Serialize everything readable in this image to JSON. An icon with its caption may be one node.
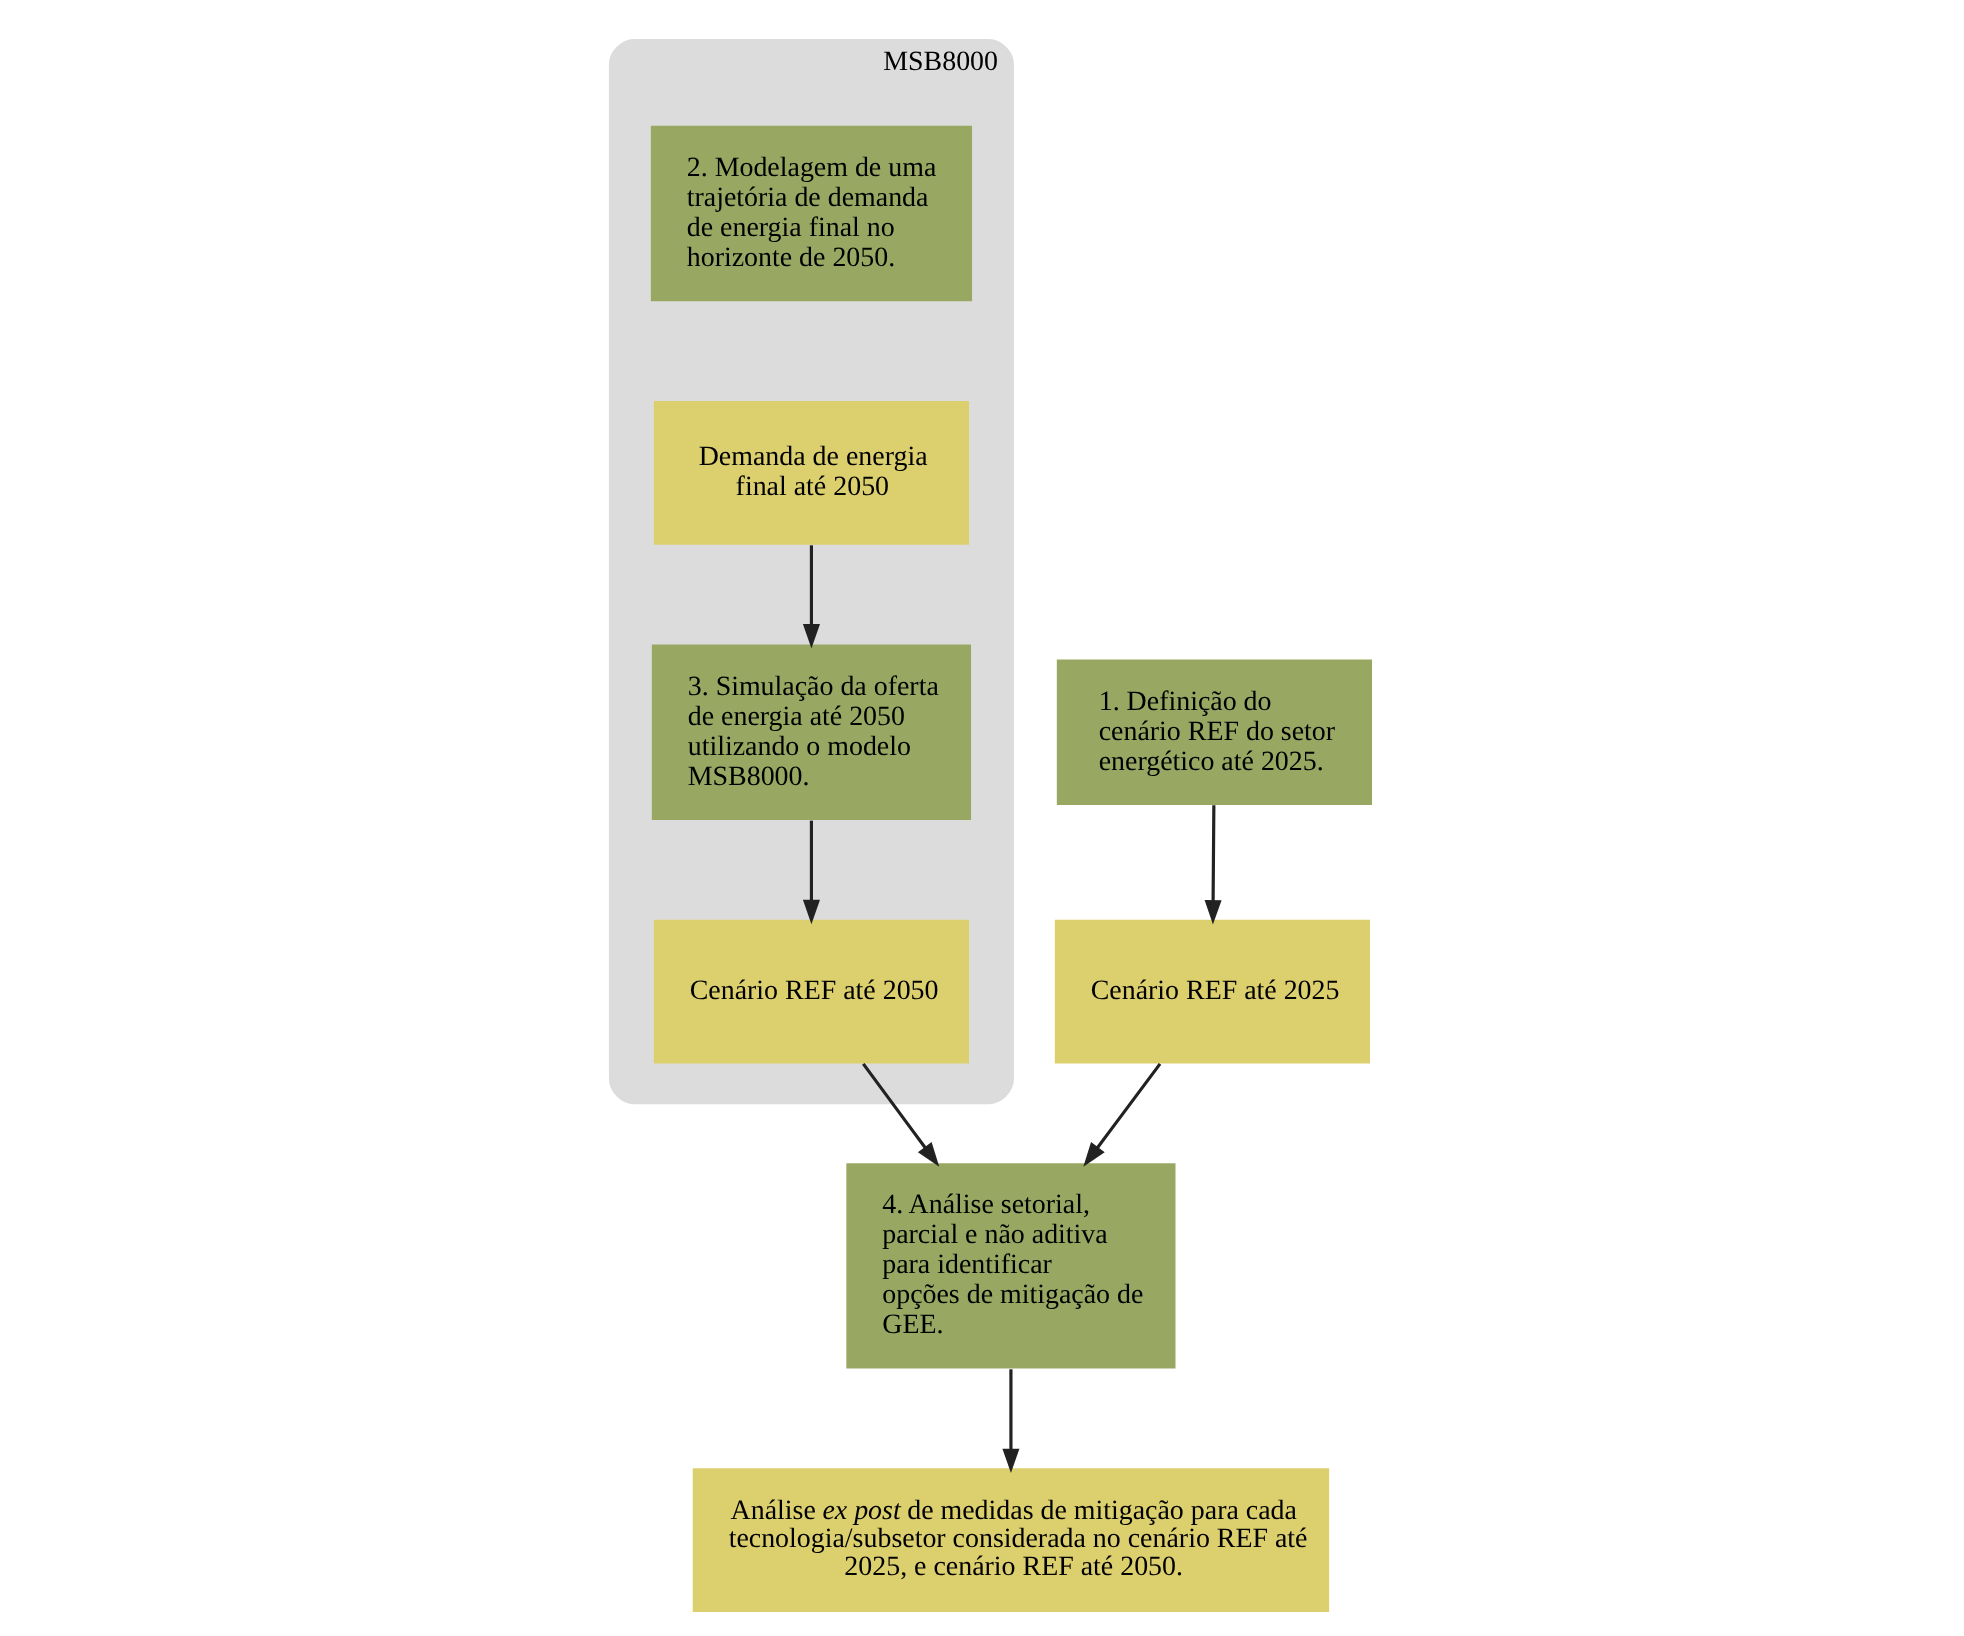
{
  "diagram": {
    "nodes": [
      {
        "text": [
          "MSB8000"
        ]
      },
      {
        "text": [
          "1. Definição do cenário REF do setor energético até 2025."
        ]
      },
      {
        "text": [
          "Cenário REF até 2025"
        ]
      },
      {
        "text": [
          "2. Modelagem de uma trajetória de demanda de energia final no horizonte de 2050."
        ],
        "in": 0
      },
      {
        "text": [
          "3. Simulação da oferta de energia até 2050 utilizando o modelo MSB8000."
        ],
        "in": 0
      },
      {
        "text": [
          "Demanda de energia final até 2050"
        ],
        "in": 0
      },
      {
        "text": [
          "Cenário REF até 2050"
        ],
        "in": 0
      },
      {
        "text": [
          "4. Análise setorial, parcial e não aditiva para identificar opções de mitigação de GEE."
        ]
      },
      {
        "text": [
          "Análise *ex post* de medidas de mitigação para cada tecnologia/subsetor considerada no cenário REF até 2025, e cenário REF até 2050."
        ]
      }
    ],
    "edges": [
      {
        "from": 1,
        "to": 2,
        "arrow": "to"
      },
      {
        "from": 5,
        "to": 4,
        "arrow": "to"
      },
      {
        "from": 4,
        "to": 6,
        "arrow": "to"
      },
      {
        "from": 2,
        "to": 7,
        "arrow": "to"
      },
      {
        "from": 6,
        "to": 7,
        "arrow": "to"
      },
      {
        "from": 7,
        "to": 8,
        "arrow": "to"
      }
    ]
  }
}
